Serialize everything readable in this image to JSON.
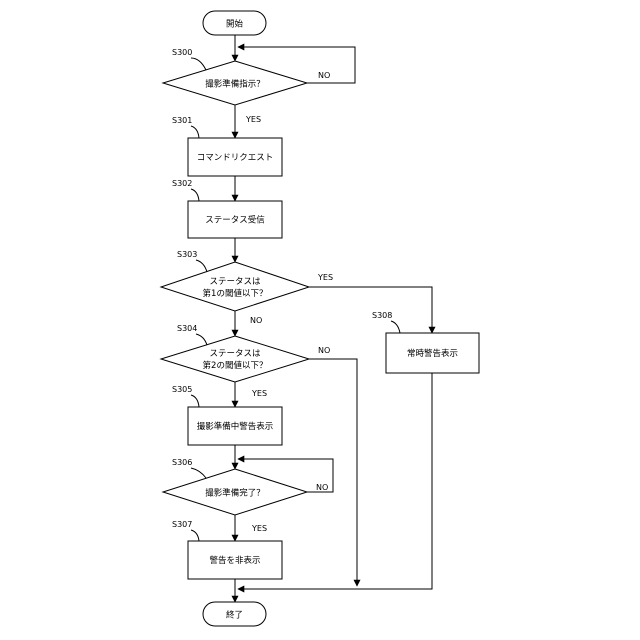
{
  "nodes": {
    "start": "開始",
    "s300": "撮影準備指示？",
    "s301": "コマンドリクエスト",
    "s302": "ステータス受信",
    "s303_line1": "ステータスは",
    "s303_line2": "第1の閾値以下？",
    "s304_line1": "ステータスは",
    "s304_line2": "第2の閾値以下？",
    "s305": "撮影準備中警告表示",
    "s306": "撮影準備完了？",
    "s307": "警告を非表示",
    "s308": "常時警告表示",
    "end": "終了"
  },
  "steps": {
    "s300": "S300",
    "s301": "S301",
    "s302": "S302",
    "s303": "S303",
    "s304": "S304",
    "s305": "S305",
    "s306": "S306",
    "s307": "S307",
    "s308": "S308"
  },
  "edges": {
    "s300_no": "NO",
    "s300_yes": "YES",
    "s303_yes": "YES",
    "s303_no": "NO",
    "s304_no": "NO",
    "s304_yes": "YES",
    "s306_no": "NO",
    "s306_yes": "YES"
  }
}
